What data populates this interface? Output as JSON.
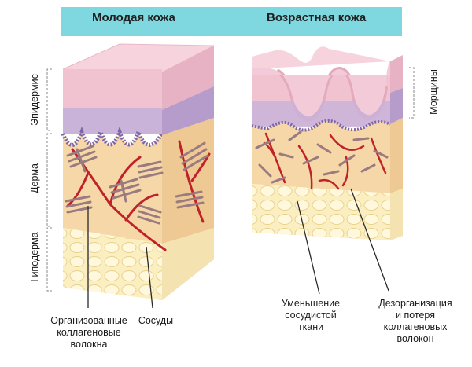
{
  "titles": {
    "young": "Молодая кожа",
    "aged": "Возрастная кожа"
  },
  "layers": {
    "epidermis": "Эпидермис",
    "dermis": "Дерма",
    "hypodermis": "Гиподерма",
    "wrinkles": "Морщины"
  },
  "annotations": {
    "organized_line1": "Организованные",
    "organized_line2": "коллагеновые",
    "organized_line3": "волокна",
    "vessels": "Сосуды",
    "reduction_line1": "Уменьшение",
    "reduction_line2": "сосудистой",
    "reduction_line3": "ткани",
    "disorg_line1": "Дезорганизация",
    "disorg_line2": "и потеря",
    "disorg_line3": "коллагеновых",
    "disorg_line4": "волокон"
  },
  "colors": {
    "banner": "#7fd7df",
    "epidermis_top": "#f4c9d6",
    "epidermis_purple": "#c9b3d8",
    "basal_dots": "#8f77b2",
    "dermis": "#f6d8a8",
    "hypodermis": "#fbeec0",
    "vessels": "#c0222a",
    "collagen": "#9a7b80"
  }
}
